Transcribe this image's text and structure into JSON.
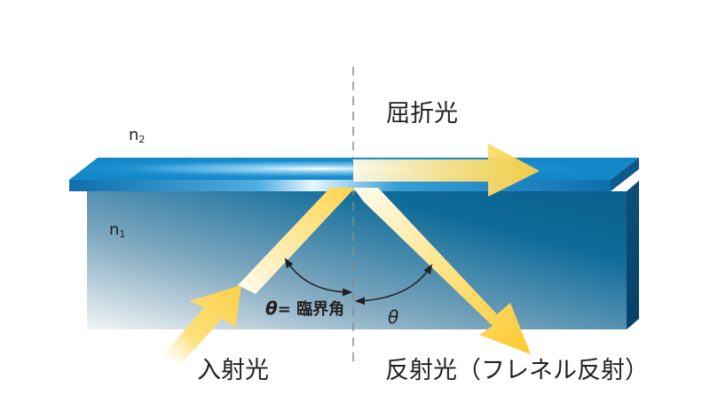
{
  "labels": {
    "n2": "n",
    "n2_sub": "2",
    "n1": "n",
    "n1_sub": "1",
    "refracted": "屈折光",
    "incident": "入射光",
    "reflected": "反射光（フレネル反射）",
    "critical_theta": "θ",
    "critical_text": "= 臨界角",
    "theta": "θ"
  },
  "colors": {
    "slab_top": "#1b8fd0",
    "slab_dark": "#0b5e8f",
    "block_light": "#eef1f3",
    "block_dark": "#0a6e9c",
    "beam_light": "#fffbe6",
    "beam_yellow": "#fdd24a",
    "axis": "#8a8a8a"
  }
}
